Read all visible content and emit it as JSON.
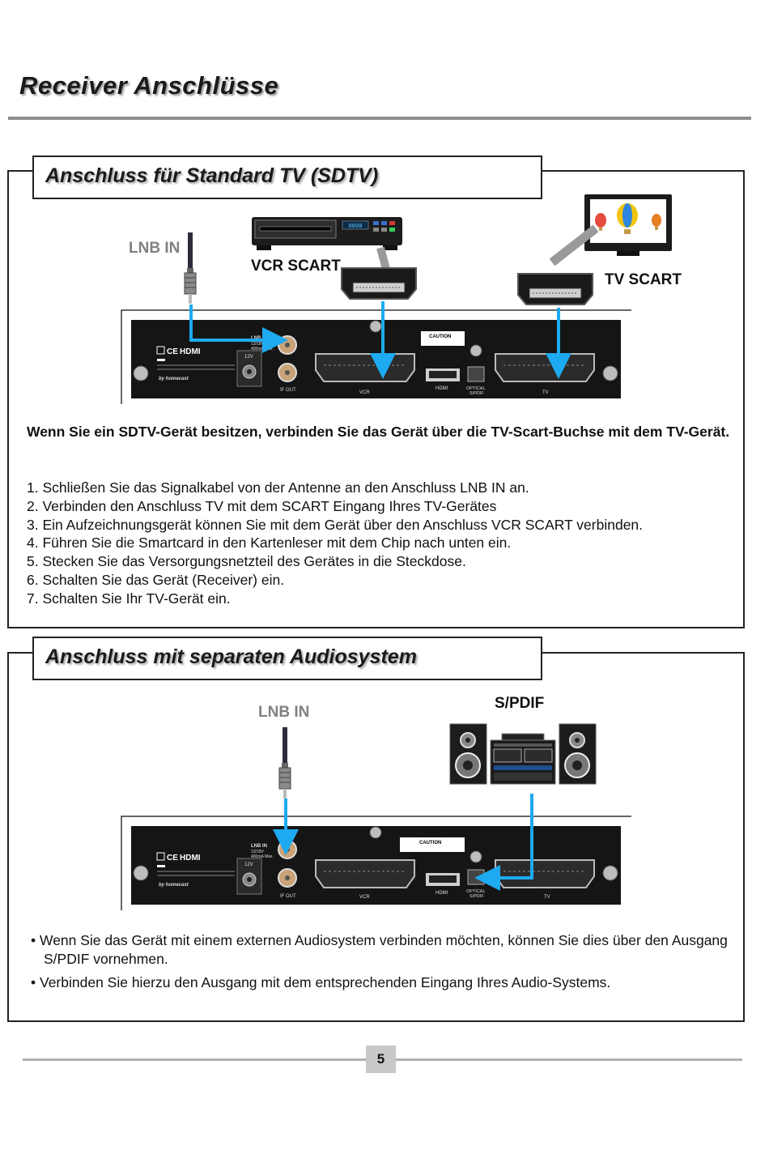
{
  "page": {
    "title": "Receiver Anschlüsse",
    "number": "5"
  },
  "sdtv": {
    "heading": "Anschluss für Standard TV (SDTV)",
    "labels": {
      "lnb": "LNB IN",
      "vcr": "VCR SCART",
      "tv": "TV SCART"
    },
    "intro": "Wenn Sie ein SDTV-Gerät besitzen, verbinden Sie das Gerät über die TV-Scart-Buchse mit dem  TV-Gerät.",
    "steps": [
      "1. Schließen Sie das Signalkabel von der Antenne an den Anschluss LNB IN an.",
      "2. Verbinden den Anschluss TV mit dem SCART Eingang Ihres TV-Gerätes",
      "3. Ein Aufzeichnungsgerät können Sie mit dem Gerät über den Anschluss VCR SCART verbinden.",
      "4. Führen Sie die Smartcard in den Kartenleser mit dem Chip nach unten ein.",
      "5. Stecken Sie das Versorgungsnetzteil des Gerätes in die Steckdose.",
      "6. Schalten Sie das Gerät (Receiver) ein.",
      "7. Schalten Sie Ihr TV-Gerät ein."
    ]
  },
  "audio": {
    "heading": "Anschluss mit separaten Audiosystem",
    "labels": {
      "lnb": "LNB IN",
      "spdif": "S/PDIF"
    },
    "bullets": [
      "•  Wenn Sie das Gerät mit einem externen Audiosystem verbinden möchten, können Sie dies über den Ausgang S/PDIF vornehmen.",
      "•  Verbinden Sie hierzu den Ausgang mit dem entsprechenden Eingang Ihres Audio-Systems."
    ]
  },
  "panel": {
    "brand": "by homecast",
    "hdmi_logo": "HDMI",
    "ce_mark": "CE",
    "lnb": "LNB IN",
    "lnb_spec": "13/18V",
    "lnb_current": "400mA Max.",
    "dc": "12V",
    "ifout": "IF OUT",
    "vcr": "VCR",
    "hdmi": "HDMI",
    "optical": "OPTICAL",
    "optical_sub": "S/PDIF",
    "tv": "TV",
    "caution": "CAUTION",
    "vcr_display": "0000"
  },
  "colors": {
    "arrow": "#1eaaf0",
    "text": "#111111",
    "label_grey": "#808080",
    "rule": "#8e8e8e"
  }
}
